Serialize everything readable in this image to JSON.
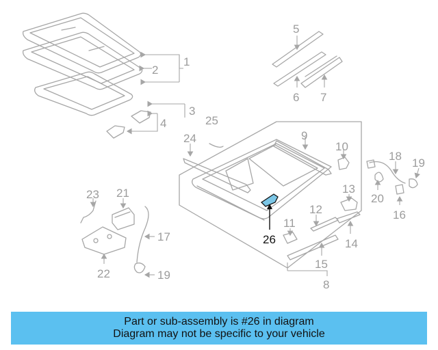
{
  "diagram": {
    "callouts": {
      "c1": "1",
      "c2": "2",
      "c3": "3",
      "c4": "4",
      "c5": "5",
      "c6": "6",
      "c7": "7",
      "c8": "8",
      "c9": "9",
      "c10": "10",
      "c11": "11",
      "c12": "12",
      "c13": "13",
      "c14": "14",
      "c15": "15",
      "c16": "16",
      "c17": "17",
      "c18": "18",
      "c19a": "19",
      "c19b": "19",
      "c20": "20",
      "c21": "21",
      "c22": "22",
      "c23": "23",
      "c24": "24",
      "c25": "25",
      "c26": "26"
    },
    "highlighted_part": "26",
    "colors": {
      "highlight": "#7bc6e6",
      "line": "#a6a6a6",
      "banner": "#5bc0f0"
    }
  },
  "banner": {
    "line1": "Part or sub-assembly is #26 in diagram",
    "line2": "Diagram may not be specific to your vehicle"
  }
}
